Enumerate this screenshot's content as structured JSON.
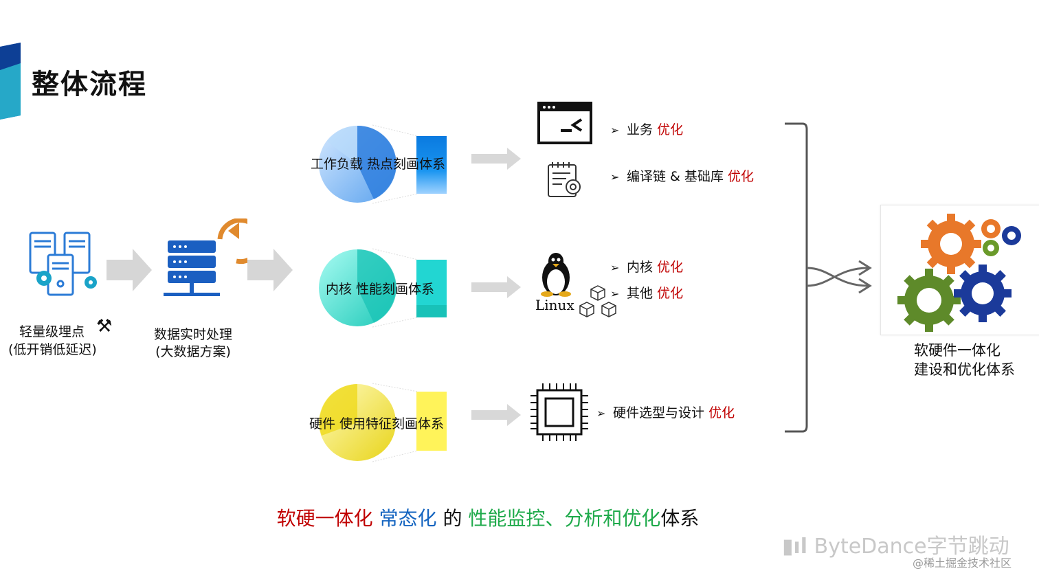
{
  "slide": {
    "title": "整体流程"
  },
  "left_flow": {
    "step1_line1": "轻量级埋点",
    "step1_line2": "(低开销低延迟)",
    "step2_line1": "数据实时处理",
    "step2_line2": "(大数据方案)"
  },
  "profiles": {
    "workload": "工作负载 热点刻画体系",
    "kernel": "内核 性能刻画体系",
    "hardware": "硬件 使用特征刻画体系"
  },
  "optimizations": {
    "business": {
      "label": "业务",
      "suffix": "优化"
    },
    "compiler": {
      "label": "编译链 & 基础库",
      "suffix": "优化"
    },
    "kernel": {
      "label": "内核",
      "suffix": "优化"
    },
    "other": {
      "label": "其他",
      "suffix": "优化"
    },
    "hardware": {
      "label": "硬件选型与设计",
      "suffix": "优化"
    }
  },
  "linux_label": "Linux",
  "result": {
    "line1": "软硬件一体化",
    "line2": "建设和优化体系"
  },
  "caption": {
    "part1": "软硬一体化",
    "part2": "常态化",
    "part3": "的",
    "part4": "性能监控、分析和优化",
    "part5": "体系"
  },
  "watermark": {
    "brand": "ByteDance字节跳动",
    "site": "@稀土掘金技术社区"
  },
  "colors": {
    "red": "#c00000",
    "blue": "#1565c0",
    "green": "#1faa4b",
    "workload": "#3a86e0",
    "kernel": "#2cc9c0",
    "hardware": "#f0d820"
  },
  "icons": [
    "server-gear-icon",
    "hammer-pick-icon",
    "server-sync-icon",
    "terminal-window-icon",
    "document-gear-icon",
    "linux-penguin-icon",
    "cubes-icon",
    "cpu-chip-icon",
    "gears-icon"
  ]
}
